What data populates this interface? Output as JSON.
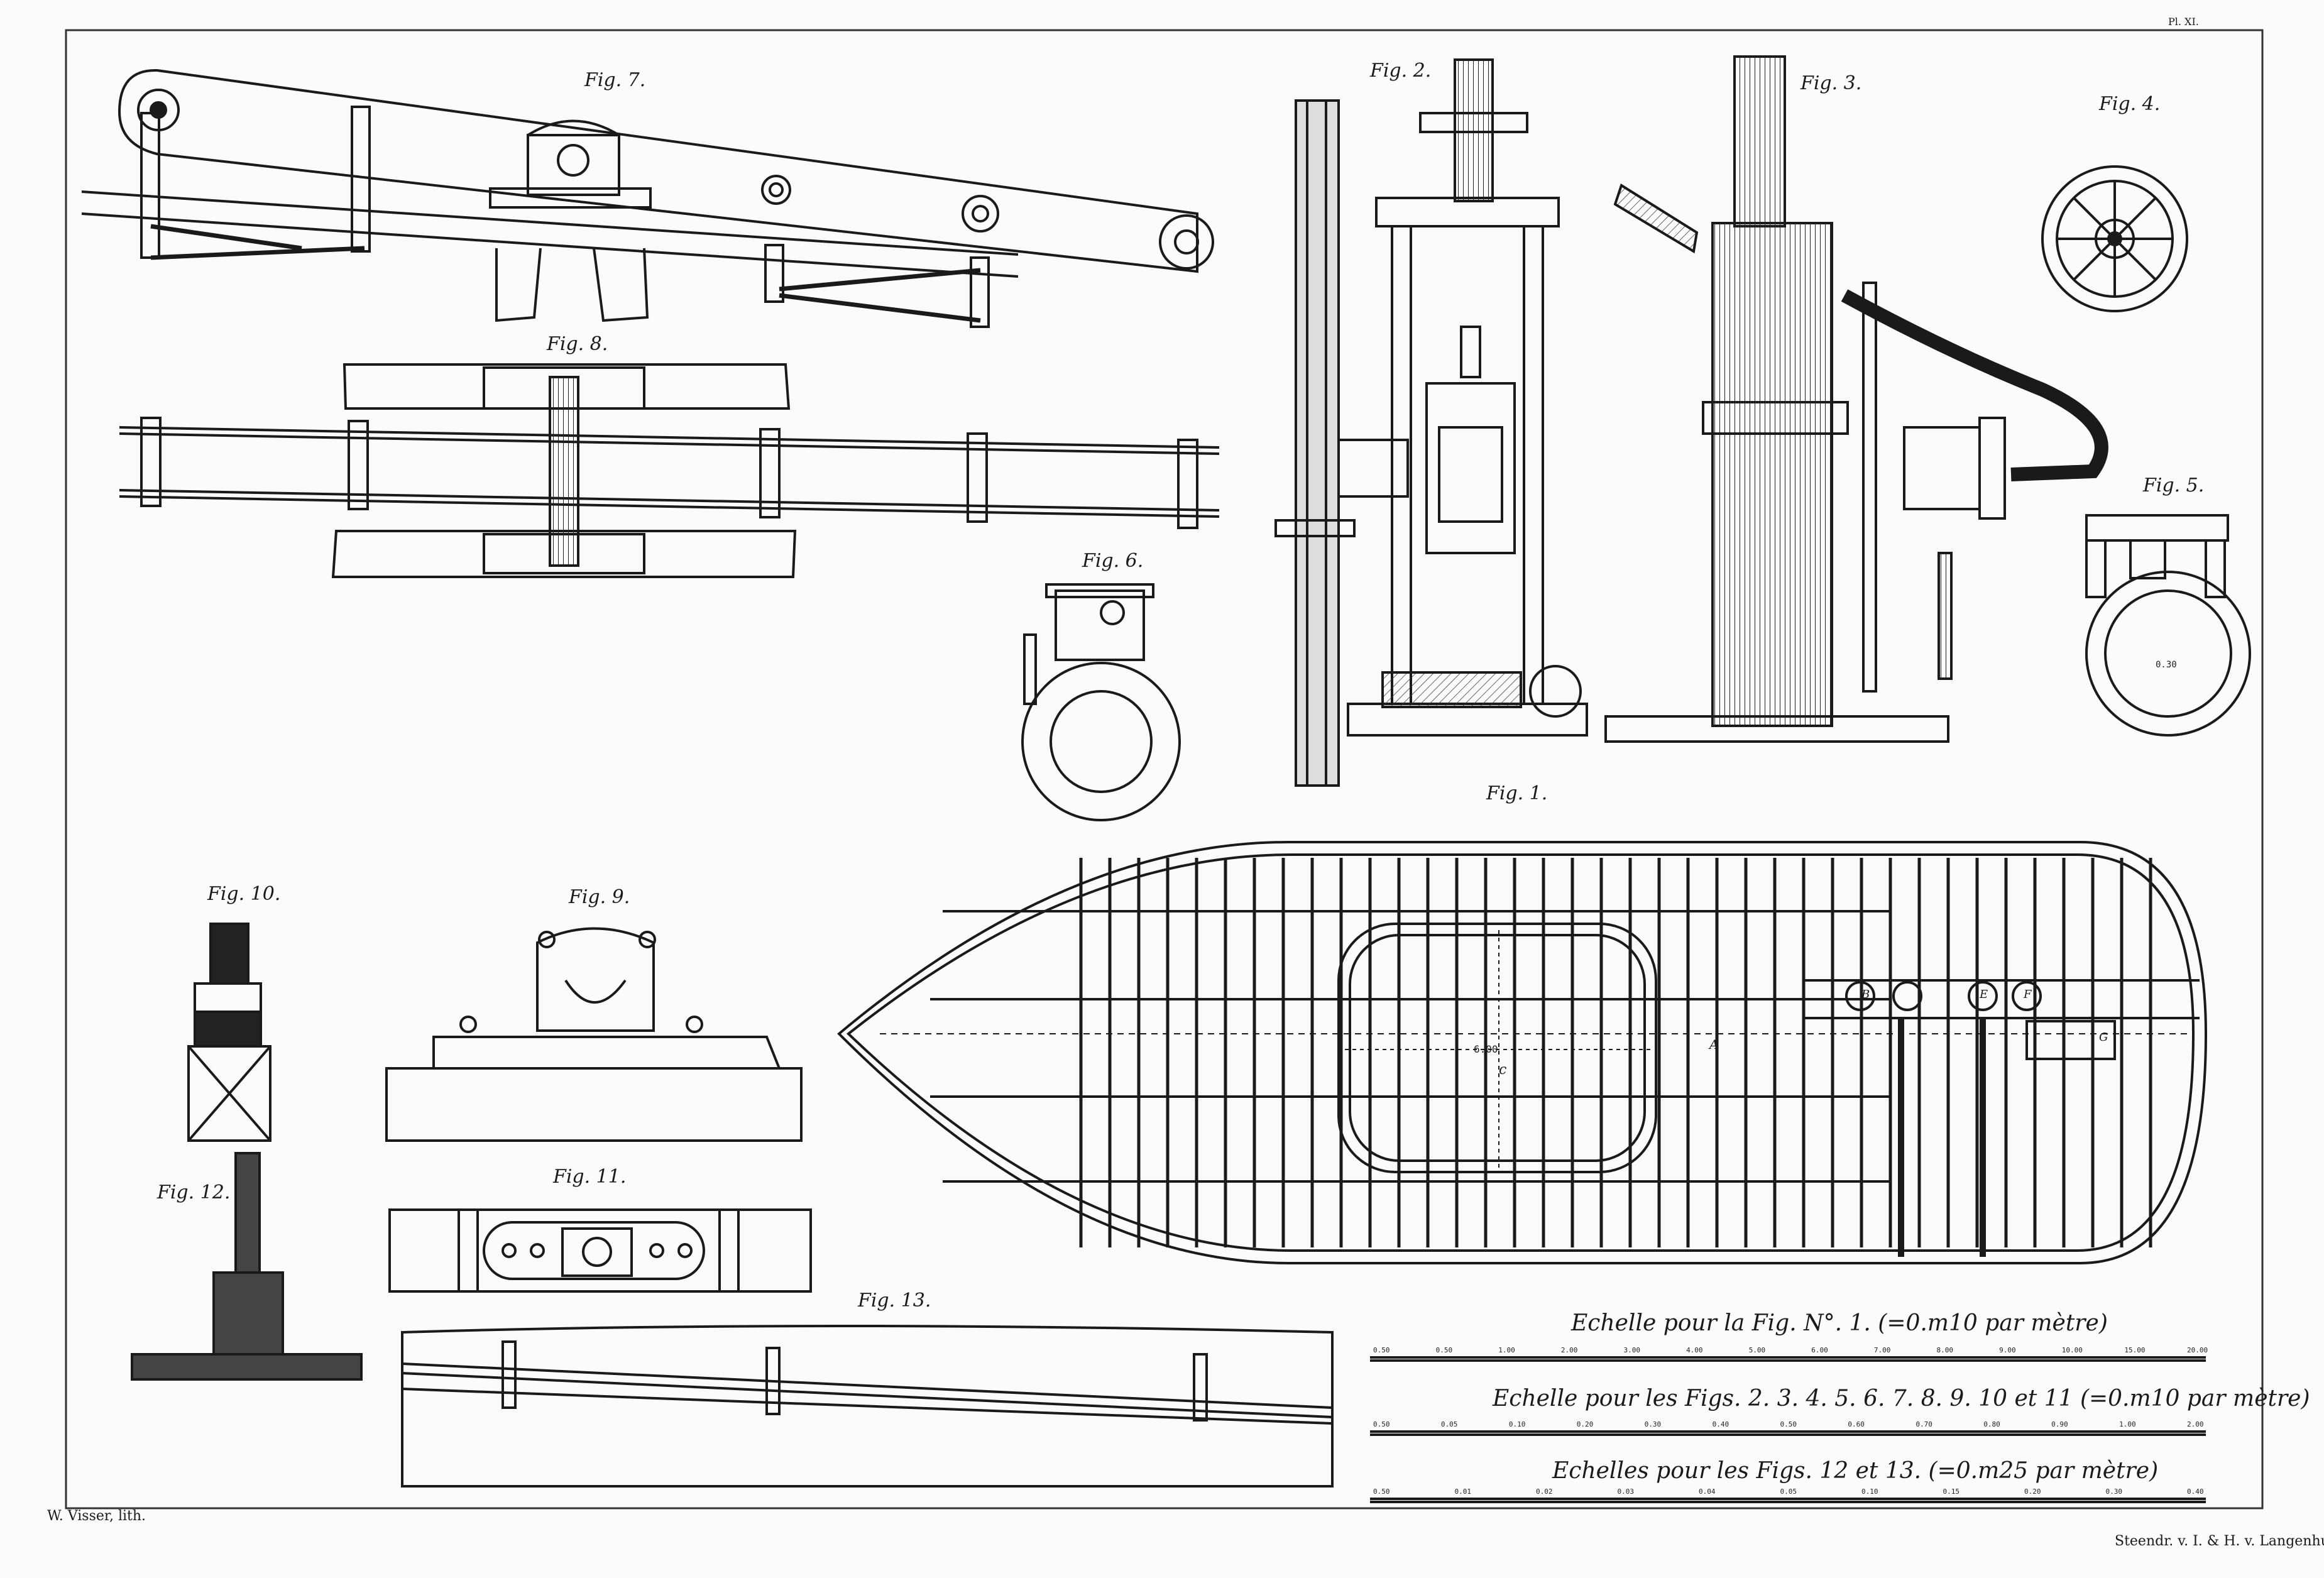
{
  "figures": {
    "fig1": "Fig. 1.",
    "fig2": "Fig. 2.",
    "fig3": "Fig. 3.",
    "fig4": "Fig. 4.",
    "fig5": "Fig. 5.",
    "fig6": "Fig. 6.",
    "fig7": "Fig. 7.",
    "fig8": "Fig. 8.",
    "fig9": "Fig. 9.",
    "fig10": "Fig. 10.",
    "fig11": "Fig. 11.",
    "fig12": "Fig. 12.",
    "fig13": "Fig. 13."
  },
  "annotations": {
    "fig1_dim": "6.00",
    "fig1_c": "c",
    "fig1_a": "A",
    "fig1_b": "B",
    "fig1_e": "E",
    "fig1_f": "F",
    "fig1_g": "G",
    "fig5_dim": "0.30"
  },
  "scales": {
    "scale1": {
      "title": "Echelle pour la Fig. N°. 1. (=0.m10 par mètre)",
      "ticks": [
        "0.50",
        "0.50",
        "1.00",
        "2.00",
        "3.00",
        "4.00",
        "5.00",
        "6.00",
        "7.00",
        "8.00",
        "9.00",
        "10.00",
        "15.00",
        "20.00"
      ]
    },
    "scale2": {
      "title": "Echelle pour les Figs. 2. 3. 4. 5. 6. 7. 8. 9. 10 et 11 (=0.m10 par mètre)",
      "ticks": [
        "0.50",
        "0.05",
        "0.10",
        "0.20",
        "0.30",
        "0.40",
        "0.50",
        "0.60",
        "0.70",
        "0.80",
        "0.90",
        "1.00",
        "2.00"
      ]
    },
    "scale3": {
      "title": "Echelles pour les Figs. 12 et 13. (=0.m25 par mètre)",
      "ticks": [
        "0.50",
        "0.01",
        "0.02",
        "0.03",
        "0.04",
        "0.05",
        "0.10",
        "0.15",
        "0.20",
        "0.30",
        "0.40"
      ]
    }
  },
  "credits": {
    "lithographer": "W. Visser, lith.",
    "printer": "Steendr. v. I. & H. v. Langenhuysen."
  },
  "plate_ref": "Pl. XI."
}
